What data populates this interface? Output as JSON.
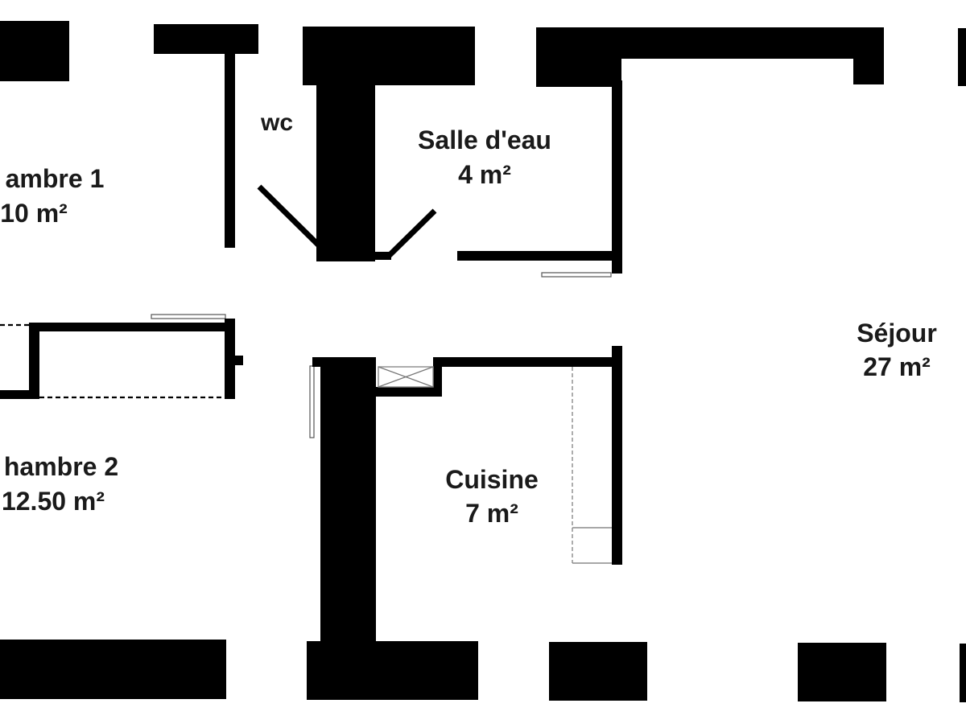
{
  "plan": {
    "rooms": [
      {
        "id": "chambre-1",
        "name": "ambre 1",
        "area": "10 m²"
      },
      {
        "id": "wc",
        "name": "wc",
        "area": ""
      },
      {
        "id": "salle-d-eau",
        "name": "Salle d'eau",
        "area": "4 m²"
      },
      {
        "id": "sejour",
        "name": "Séjour",
        "area": "27 m²"
      },
      {
        "id": "chambre-2",
        "name": "hambre 2",
        "area": "12.50 m²"
      },
      {
        "id": "cuisine",
        "name": "Cuisine",
        "area": "7 m²"
      }
    ]
  }
}
